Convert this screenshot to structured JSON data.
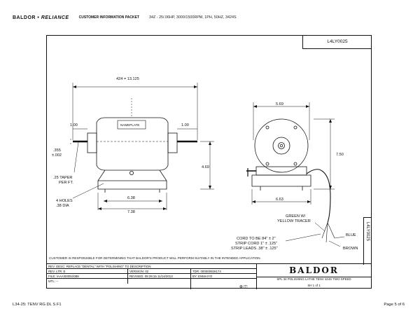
{
  "header": {
    "brand_left": "BALDOR",
    "brand_sep": "•",
    "brand_right": "RELIANCE",
    "packet": "CUSTOMER INFORMATION PACKET",
    "spec": "34Z - 25/.06HP, 3000/1500RPM, 1PH, 50HZ, 3424S"
  },
  "drawing_number": "L4LY0025",
  "side_drawing_number": "L4LY0025",
  "dims": {
    "overall_length": "424 = 13.125",
    "left_ext": "1.00",
    "right_ext": "1.00",
    "nameplate": "NAMEPLATE",
    "shaft_dia": ".355",
    "shaft_tol": "±.002",
    "taper_1": ".25 TAPER",
    "taper_2": "PER FT.",
    "holes_1": "4 HOLES",
    "holes_2": ".38 DIA",
    "base_inner": "6.38",
    "base_outer": "7.38",
    "center_height": "4.69",
    "end_width": "5.69",
    "end_height": "7.50",
    "base_width": "6.63"
  },
  "notes": {
    "green_1": "GREEN W/",
    "green_2": "YELLOW TRACER",
    "blue": "BLUE",
    "brown": "BROWN",
    "cord": "CORD TO BE 84\" ± 2\"",
    "strip_cord": "STRIP CORD 1\" ± .125\"",
    "strip_leads": "STRIP LEADS .38\" ± .125\""
  },
  "disclaimer": "CUSTOMER IS RESPONSIBLE FOR DETERMINING THAT BALDOR'S PRODUCT WILL PERFORM SUITABLY IN THE INTENDED APPLICATION.",
  "title_block": {
    "rev_desc": "REV. DESC:  REPLACE \"DENTAL\" WITH \"POLISHING\" TO DESCRIPTION",
    "rev_ltr": "REV. LTR:  E",
    "version": "VERSION: 02",
    "tdr": "TDR: 000000826174",
    "file": "FILE: \\AAA\\00091\\088",
    "revised": "REVISED: 09:29:15 11/14/2013",
    "by": "BY: ENMAIYO",
    "mtl": "MTL: --",
    "logo": "BALDOR",
    "description": "SPL 34 POLISHING LATHE TENV 424S TWO SPEED",
    "sheet": "SH 1 of 1"
  },
  "footer": {
    "left": "L34-25: TENV RG DL S  F1",
    "right": "Page 5 of 6"
  }
}
